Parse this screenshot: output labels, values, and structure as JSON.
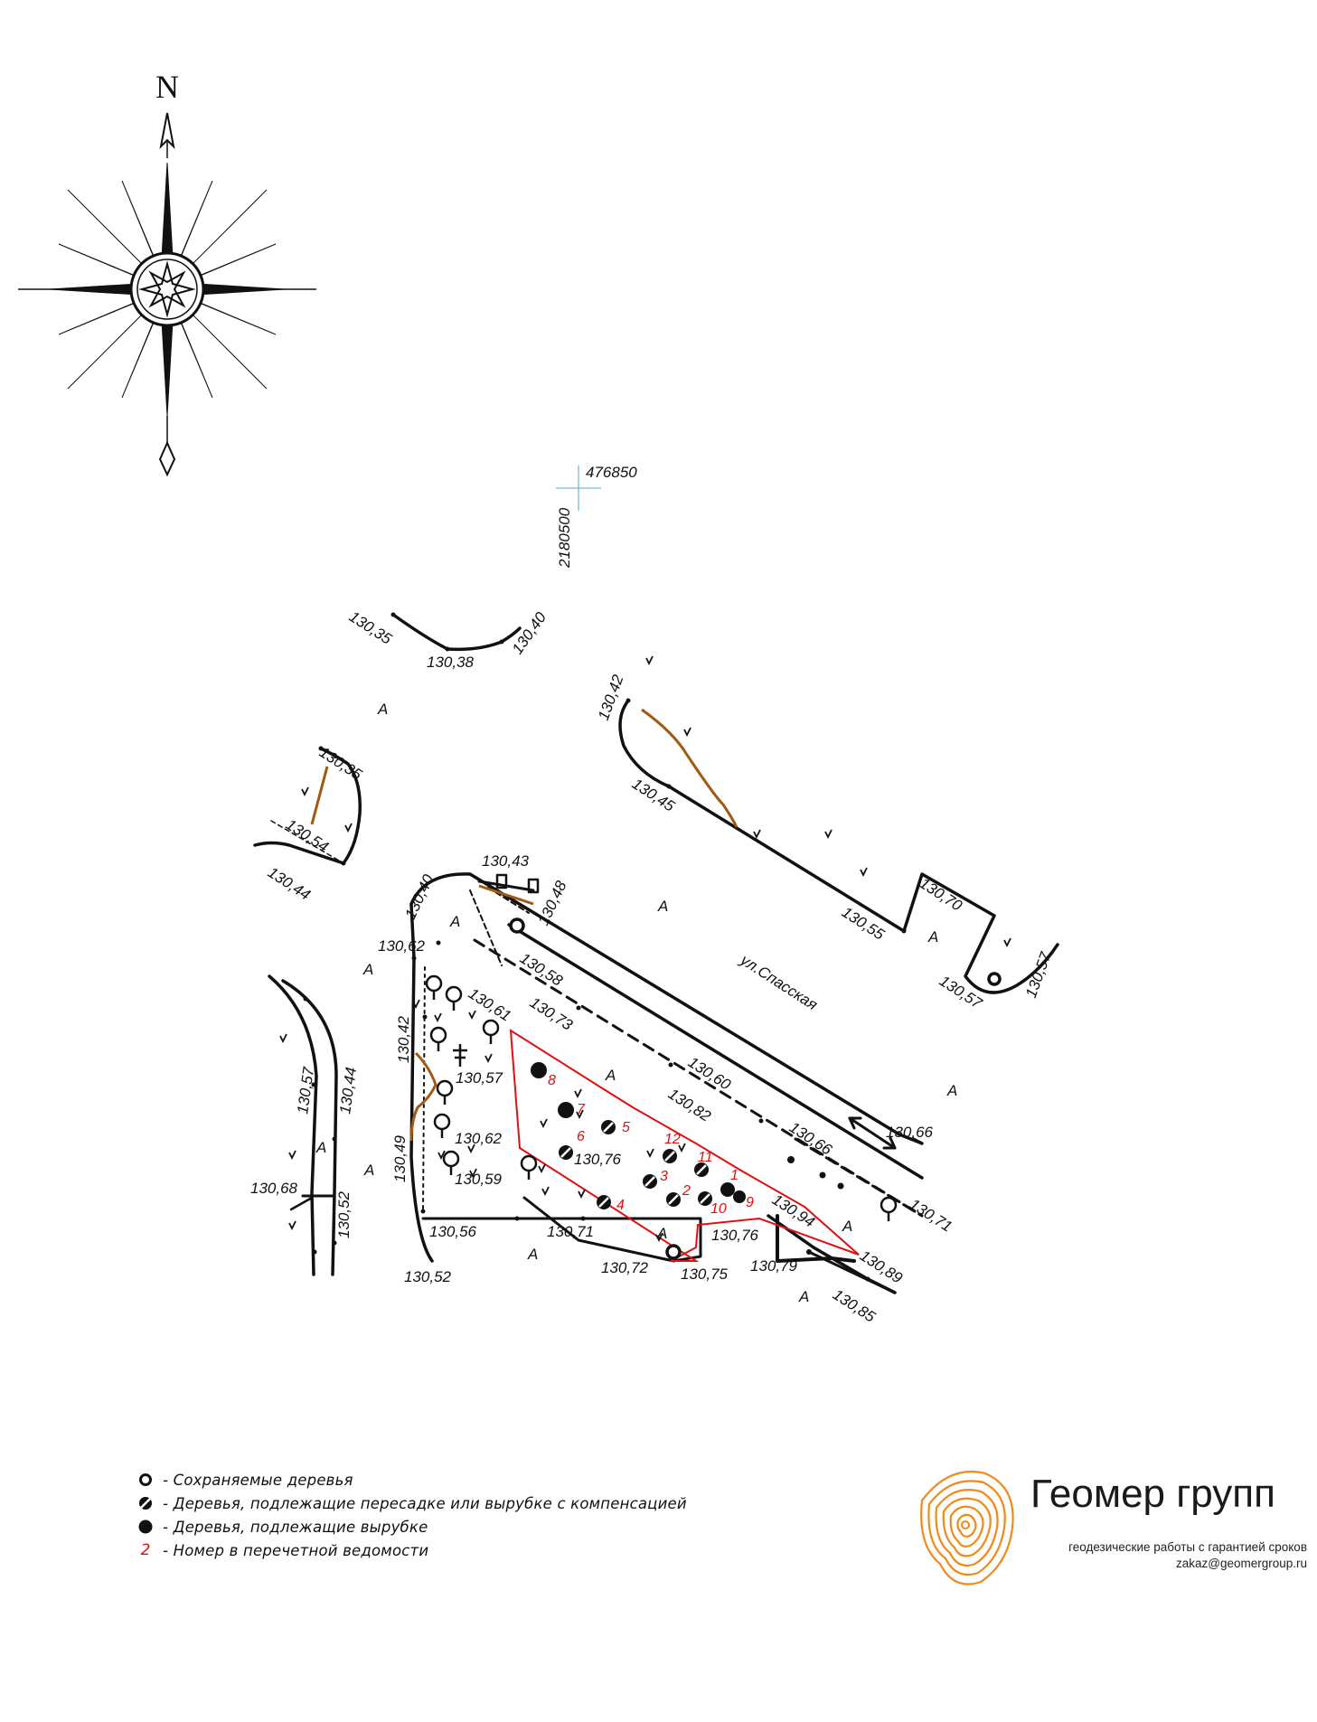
{
  "compass": {
    "north_label": "N"
  },
  "grid": {
    "easting": "476850",
    "northing": "2180500"
  },
  "street": {
    "name": "ул.Спасская"
  },
  "area_marks": [
    "А",
    "А",
    "А",
    "А",
    "А",
    "А",
    "А",
    "А",
    "А",
    "А",
    "А",
    "А",
    "А"
  ],
  "elevations": [
    "130,35",
    "130,38",
    "130,40",
    "130,42",
    "130,45",
    "130,55",
    "130,70",
    "130,57",
    "130,57",
    "130,35",
    "130,54",
    "130,44",
    "130,43",
    "130,48",
    "130,40",
    "130,62",
    "130,58",
    "130,73",
    "130,61",
    "130,60",
    "130,82",
    "130,66",
    "130,66",
    "130,71",
    "130,89",
    "130,94",
    "130,85",
    "130,79",
    "130,76",
    "130,75",
    "130,72",
    "130,71",
    "130,56",
    "130,52",
    "130,42",
    "130,57",
    "130,62",
    "130,76",
    "130,59",
    "130,49",
    "130,57",
    "130,44",
    "130,68",
    "130,52"
  ],
  "tree_numbers": [
    "1",
    "2",
    "3",
    "4",
    "5",
    "6",
    "7",
    "8",
    "9",
    "10",
    "11",
    "12"
  ],
  "legend": {
    "kept": "- Сохраняемые деревья",
    "transplant": "- Деревья, подлежащие пересадке или вырубке с компенсацией",
    "cut": "- Деревья, подлежащие вырубке",
    "number_sample": "2",
    "number_text": "- Номер в перечетной ведомости"
  },
  "company": {
    "name": "Геомер групп",
    "tagline": "геодезические работы с гарантией сроков",
    "email": "zakaz@geomergroup.ru"
  },
  "colors": {
    "boundary": "#e01010",
    "contour": "#a05a14",
    "grid": "#7ab8d8",
    "logo": "#f08a1c"
  }
}
